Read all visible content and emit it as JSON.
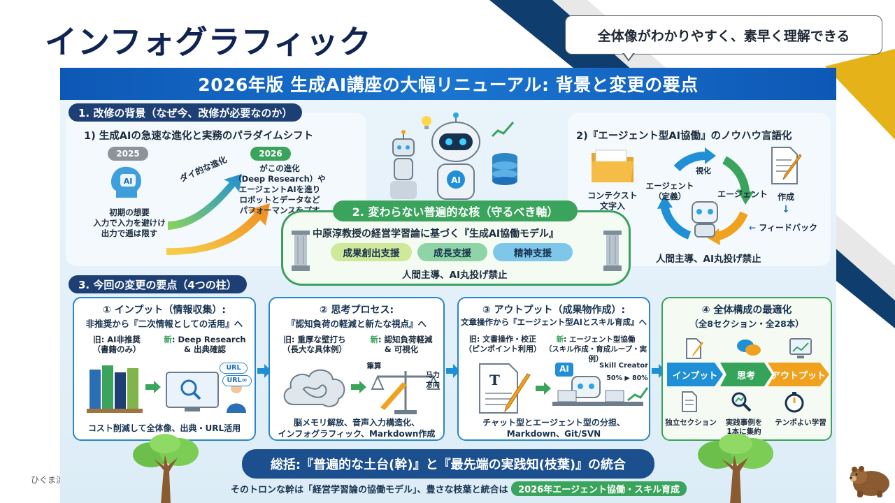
{
  "slide": {
    "title": "インフォグラフィック",
    "callout": "全体像がわかりやすく、素早く理解できる",
    "footer_label": "ひぐま流"
  },
  "infographic": {
    "banner_title": "2026年版 生成AI講座の大幅リニューアル: 背景と変更の要点",
    "section1": {
      "label": "1. 改修の背景（なぜ今、改修が必要なのか）",
      "sub1": {
        "title": "1) 生成AIの急速な進化と実務のパラダイムシフト",
        "year_2025": "2025",
        "year_2026": "2026",
        "ai_badge": "AI",
        "left_text": "初期の想要\n入力で入力を避けけ\n出力で逓は限す",
        "arrow_label": "ダイ的な進化",
        "right_text": "がこの進化\n（Deep Research）や\nエージェントAIを進り\nロボットとデータなど\nパフォーマンスをプす"
      },
      "sub2": {
        "title": "2)『エージェント型AI協働』のノウハウ言語化",
        "context_label": "コンテクスト\n文字入",
        "cycle_top": "視化",
        "cycle_left": "エージェント\n（定義）",
        "cycle_right": "エージェント",
        "doc_label": "作成",
        "feedback_label": "フィードバック",
        "footer": "人間主導、AI丸投げ禁止"
      }
    },
    "section2": {
      "label": "2. 変わらない普遍的な核（守るべき軸）",
      "model_title": "中原淳教授の経営学習論に基づく『生成AI協働モデル』",
      "pills": [
        "成果創出支援",
        "成長支援",
        "精神支援"
      ],
      "pill_colors": [
        "#cfe89a",
        "#8fd4a6",
        "#7fc7ea"
      ],
      "footer": "人間主導、AI丸投げ禁止",
      "robot_badge": "AI"
    },
    "section3": {
      "label": "3. 今回の変更の要点（4つの柱）",
      "pillars": [
        {
          "title": "① インプット（情報収集）:",
          "subtitle": "非推奨から『二次情報としての活用』へ",
          "old_label": "旧: AI非推奨\n（書籍のみ）",
          "new_prefix": "新",
          "new_label": ": Deep Research\n& 出典確認",
          "url_tags": [
            "URL",
            "URL∞"
          ],
          "footer": "コスト削減して全体像、出典・URL活用"
        },
        {
          "title": "② 思考プロセス:",
          "subtitle": "『認知負荷の軽減と新たな視点』へ",
          "old_label": "旧: 重厚な壁打ち\n（長大な具体例）",
          "new_prefix": "新",
          "new_label": ": 認知負荷軽減\n& 可視化",
          "scale_left": "筆算",
          "scale_right": "马力\n方向",
          "footer": "脳メモリ解放、音声入力構造化、\nインフォグラフィック、Markdown作成"
        },
        {
          "title": "③ アウトプット（成果物作成）:",
          "subtitle": "文章操作から『エージェント型AIとスキル育成』へ",
          "old_label": "旧: 文書操作・校正\n（ピンポイント利用）",
          "new_prefix": "新",
          "new_label": ": エージェント型協働\n（スキル作成・育成ループ・実例）",
          "doc_letter": "T",
          "skill_creator": "Skill Creator",
          "skill_progress": "50% ▶ 80%",
          "ai_badge": "AI",
          "footer": "チャット型とエージェント型の分担、\nMarkdown、Git/SVN"
        },
        {
          "title": "④ 全体構成の最適化",
          "subtitle": "（全8セクション・全28本）",
          "flow": [
            "インプット",
            "思考",
            "アウトプット"
          ],
          "flow_colors": [
            "#1f8fd6",
            "#35a35a",
            "#f0a21f"
          ],
          "bottom_icons": [
            "独立セクション",
            "実践事例を\n1本に集約",
            "テンポよい学習"
          ]
        }
      ]
    },
    "summary": {
      "title": "総括:『普遍的な土台(幹)』と『最先端の実践知(枝葉)』の統合",
      "line_prefix": "そのトロンな幹は「経営学習論の協働モデル」、豊さな枝葉と統合は",
      "line_highlight": "2026年エージェント協働・スキル育成"
    }
  }
}
